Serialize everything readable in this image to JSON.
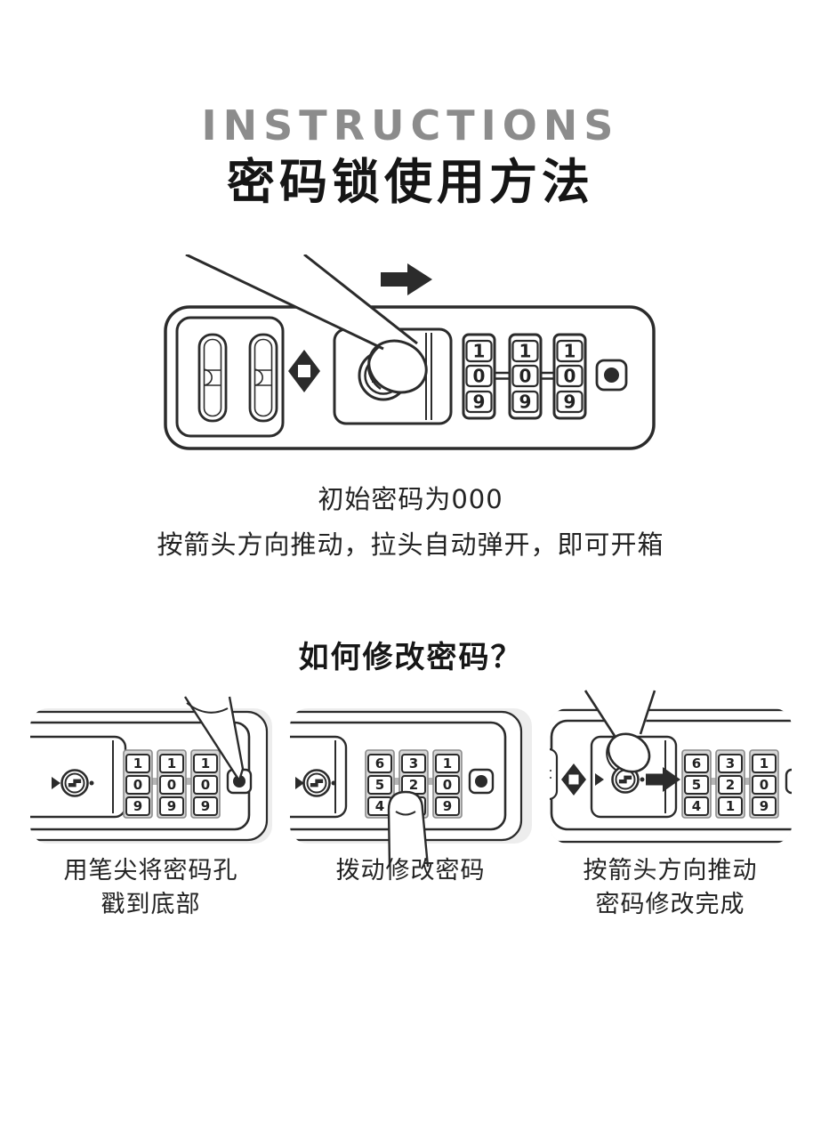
{
  "header": {
    "title_en": "INSTRUCTIONS",
    "title_zh": "密码锁使用方法"
  },
  "main_diagram": {
    "dials": [
      [
        "1",
        "0",
        "9"
      ],
      [
        "1",
        "0",
        "9"
      ],
      [
        "1",
        "0",
        "9"
      ]
    ],
    "caption_line1": "初始密码为000",
    "caption_line2": "按箭头方向推动，拉头自动弹开，即可开箱"
  },
  "section": {
    "title": "如何修改密码？"
  },
  "steps": [
    {
      "dials": [
        [
          "1",
          "0",
          "9"
        ],
        [
          "1",
          "0",
          "9"
        ],
        [
          "1",
          "0",
          "9"
        ]
      ],
      "caption_line1": "用笔尖将密码孔",
      "caption_line2": "戳到底部"
    },
    {
      "dials": [
        [
          "6",
          "5",
          "4"
        ],
        [
          "3",
          "2",
          ""
        ],
        [
          "1",
          "0",
          "9"
        ]
      ],
      "caption_line1": "拨动修改密码",
      "caption_line2": ""
    },
    {
      "dials": [
        [
          "6",
          "5",
          "4"
        ],
        [
          "3",
          "2",
          "1"
        ],
        [
          "1",
          "0",
          "9"
        ]
      ],
      "caption_line1": "按箭头方向推动",
      "caption_line2": "密码修改完成"
    }
  ],
  "icons": {
    "push_arrow": "arrow-right-icon",
    "tsa_mark": "diamond-icon",
    "keyhole": "keyhole-icon",
    "reset_hole": "reset-dot-icon",
    "pen": "pen-tip-icon",
    "finger": "finger-icon"
  },
  "colors": {
    "ink": "#2b2b2b",
    "title_gray": "#8c8c8c",
    "panel_bg": "#ededed",
    "dial_gray": "#d6d6d6",
    "axle_gray": "#b5b5b5"
  }
}
